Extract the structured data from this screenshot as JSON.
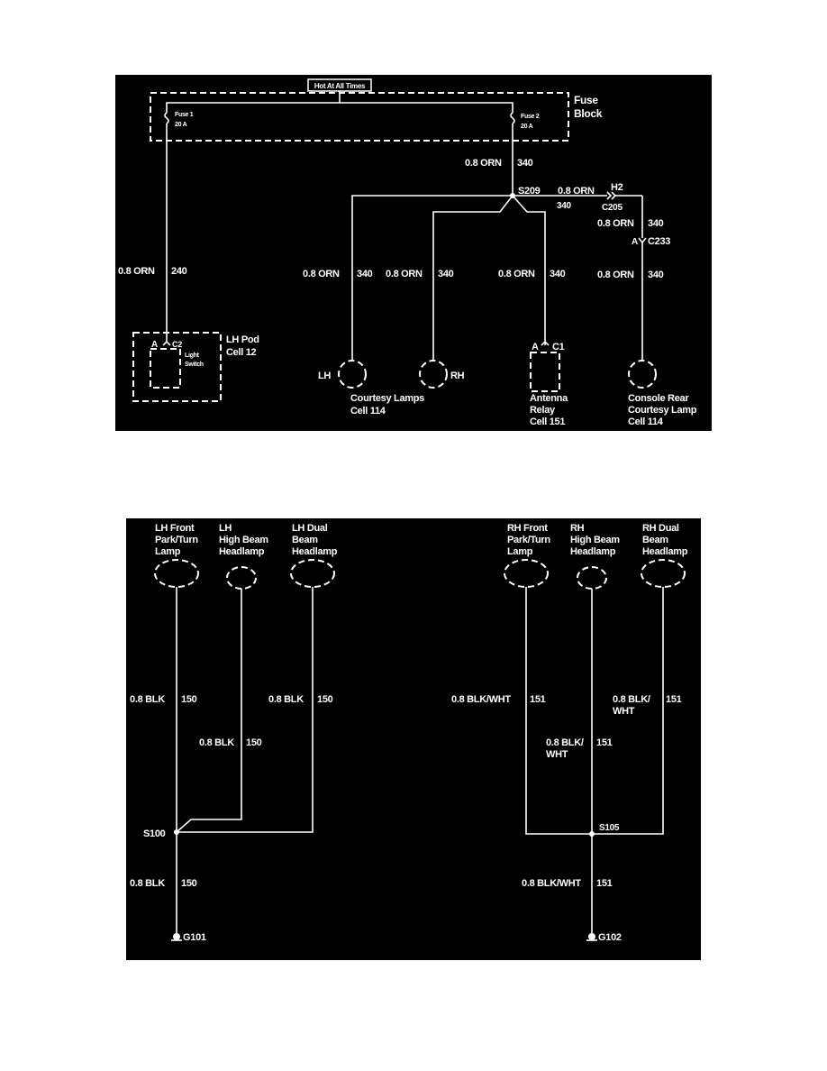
{
  "top_diagram": {
    "hot_label": "Hot At All Times",
    "fuse_block_line1": "Fuse",
    "fuse_block_line2": "Block",
    "fuse1_name": "Fuse 1",
    "fuse1_rating": "20 A",
    "fuse2_name": "Fuse 2",
    "fuse2_rating": "20 A",
    "wire_orn_fuse2": "0.8 ORN",
    "circuit_340_fuse2": "340",
    "splice_s209": "S209",
    "wire_orn_h2": "0.8 ORN",
    "conn_h2": "H2",
    "circuit_340_h2": "340",
    "conn_c205": "C205",
    "wire_orn_c233": "0.8 ORN",
    "circuit_340_c233": "340",
    "pin_a_c233": "A",
    "conn_c233": "C233",
    "wire_orn_240": "0.8 ORN",
    "circuit_240": "240",
    "wire_orn_lh": "0.8 ORN",
    "circuit_340_lh": "340",
    "wire_orn_rh": "0.8 ORN",
    "circuit_340_rh": "340",
    "wire_orn_relay": "0.8 ORN",
    "circuit_340_relay": "340",
    "wire_orn_console": "0.8 ORN",
    "circuit_340_console": "340",
    "pin_a_c2": "A",
    "conn_c2": "C2",
    "light_line1": "Light",
    "light_line2": "Switch",
    "lh_pod_line1": "LH Pod",
    "lh_pod_line2": "Cell 12",
    "lamp_lh": "LH",
    "lamp_rh": "RH",
    "courtesy_line1": "Courtesy Lamps",
    "courtesy_line2": "Cell 114",
    "pin_a_c1": "A",
    "conn_c1": "C1",
    "relay_line1": "Antenna",
    "relay_line2": "Relay",
    "relay_line3": "Cell 151",
    "console_line1": "Console Rear",
    "console_line2": "Courtesy Lamp",
    "console_line3": "Cell 114"
  },
  "bottom_diagram": {
    "lh_front_line1": "LH Front",
    "lh_front_line2": "Park/Turn",
    "lh_front_line3": "Lamp",
    "lh_high_line1": "LH",
    "lh_high_line2": "High Beam",
    "lh_high_line3": "Headlamp",
    "lh_dual_line1": "LH Dual",
    "lh_dual_line2": "Beam",
    "lh_dual_line3": "Headlamp",
    "rh_front_line1": "RH Front",
    "rh_front_line2": "Park/Turn",
    "rh_front_line3": "Lamp",
    "rh_high_line1": "RH",
    "rh_high_line2": "High Beam",
    "rh_high_line3": "Headlamp",
    "rh_dual_line1": "RH Dual",
    "rh_dual_line2": "Beam",
    "rh_dual_line3": "Headlamp",
    "wire_blk_1": "0.8 BLK",
    "circuit_150_1": "150",
    "wire_blk_2": "0.8 BLK",
    "circuit_150_2": "150",
    "wire_blk_3": "0.8 BLK",
    "circuit_150_3": "150",
    "wire_blk_4": "0.8 BLK",
    "circuit_150_4": "150",
    "splice_s100": "S100",
    "ground_g101": "G101",
    "wire_bw_1": "0.8 BLK/WHT",
    "circuit_151_1": "151",
    "wire_bw_2a": "0.8 BLK/",
    "wire_bw_2b": "WHT",
    "circuit_151_2": "151",
    "wire_bw_3a": "0.8 BLK/",
    "wire_bw_3b": "WHT",
    "circuit_151_3": "151",
    "wire_bw_4": "0.8 BLK/WHT",
    "circuit_151_4": "151",
    "splice_s105": "S105",
    "ground_g102": "G102"
  }
}
